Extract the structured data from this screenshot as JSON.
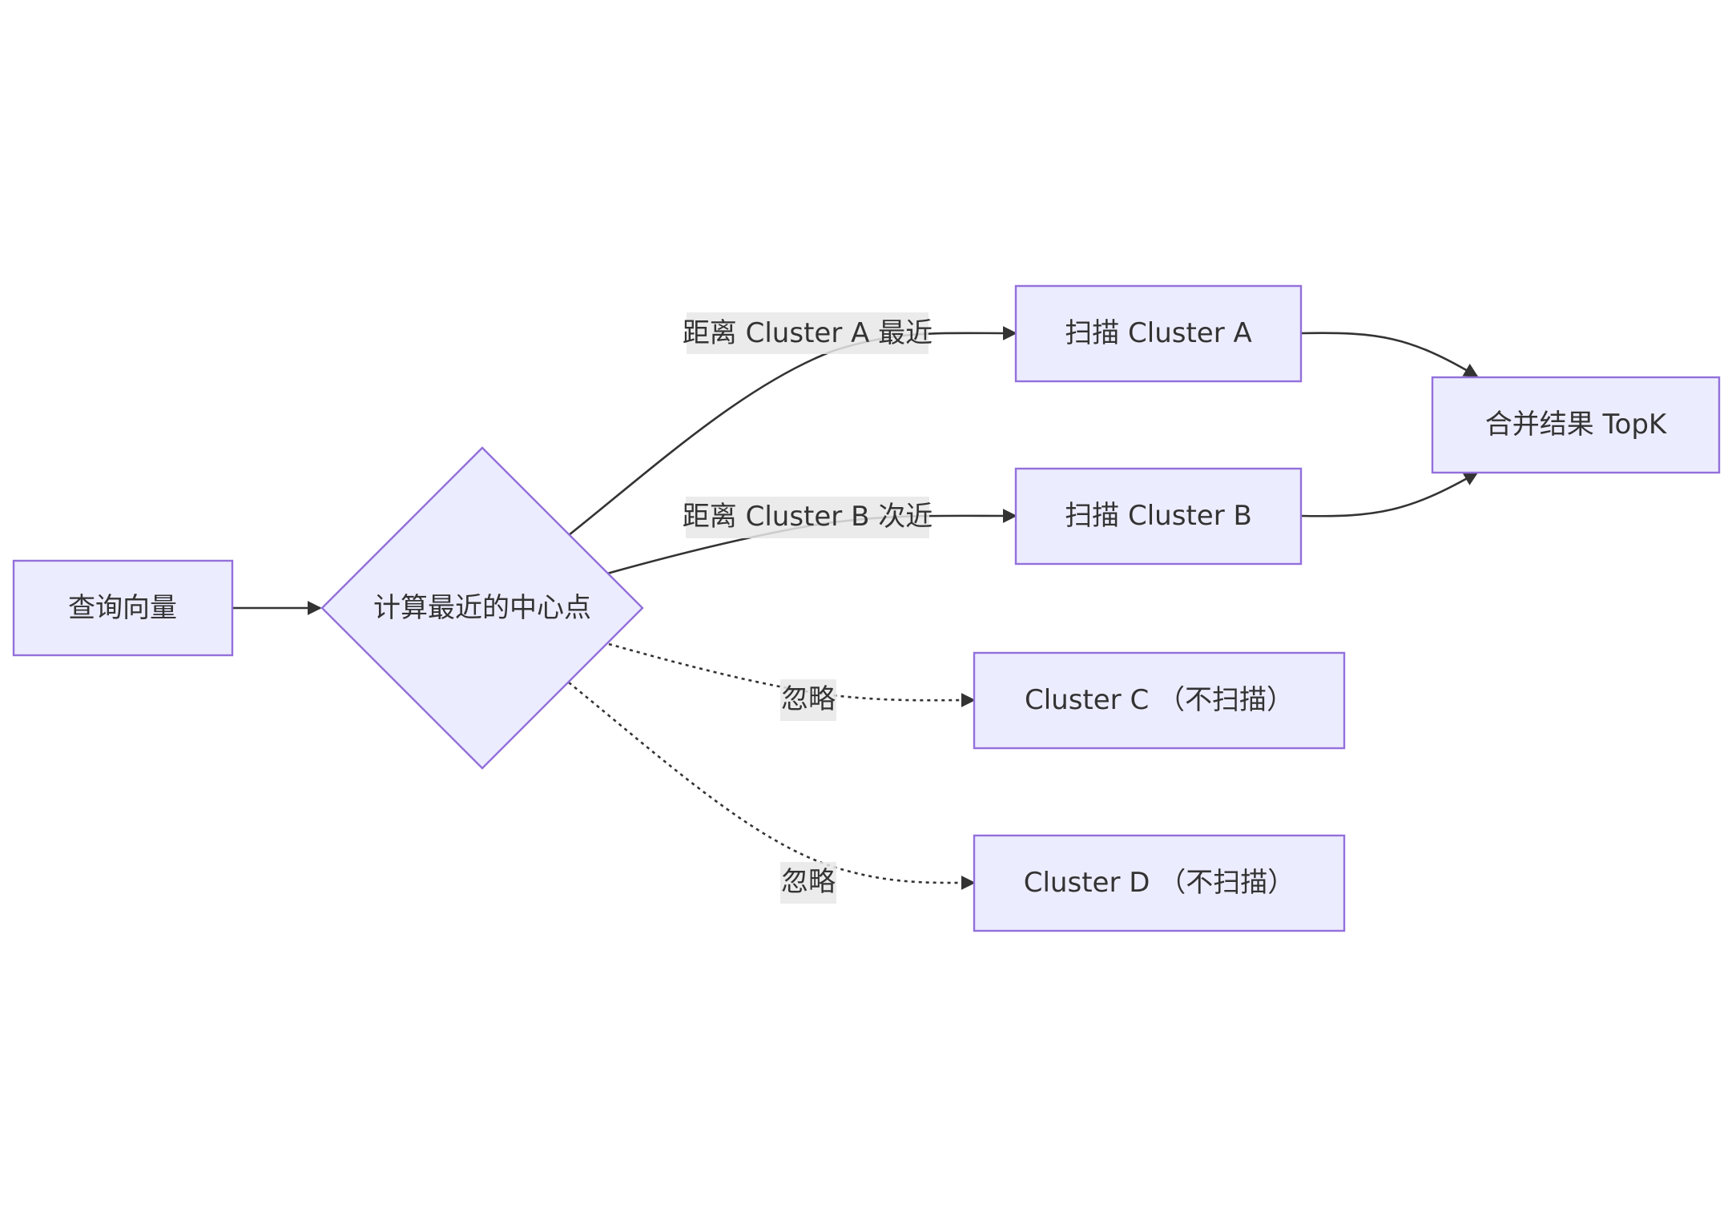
{
  "colors": {
    "node_fill": "#ECECFF",
    "node_stroke": "#9370DB",
    "edge": "#333333",
    "text": "#333333",
    "label_bg": "#E8E8E8"
  },
  "nodes": {
    "query": "查询向量",
    "compute": "计算最近的中心点",
    "scan_a": "扫描 Cluster A",
    "scan_b": "扫描 Cluster B",
    "cluster_c": "Cluster C （不扫描）",
    "cluster_d": "Cluster D （不扫描）",
    "merge": "合并结果 TopK"
  },
  "edges": {
    "to_a": "距离 Cluster A 最近",
    "to_b": "距离 Cluster B 次近",
    "to_c": "忽略",
    "to_d": "忽略"
  }
}
